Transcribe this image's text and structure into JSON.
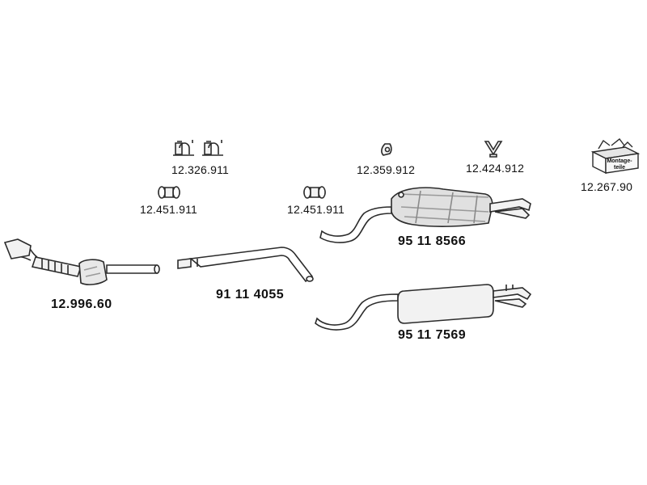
{
  "parts": [
    {
      "id": "clamp_pair",
      "part_number": "12.326.911",
      "icon": "u-bolt-clamp-icon"
    },
    {
      "id": "clamp_small_left",
      "part_number": "12.451.911",
      "icon": "pipe-clamp-icon"
    },
    {
      "id": "clamp_small_mid",
      "part_number": "12.451.911",
      "icon": "pipe-clamp-icon"
    },
    {
      "id": "hanger",
      "part_number": "12.359.912",
      "icon": "rubber-hanger-icon"
    },
    {
      "id": "bracket",
      "part_number": "12.424.912",
      "icon": "v-bracket-icon"
    },
    {
      "id": "mounting_kit",
      "part_number": "12.267.90",
      "icon": "mounting-kit-box-icon",
      "box_text": "Montage-teile"
    },
    {
      "id": "catalytic_converter",
      "part_number": "12.996.60",
      "icon": "catalytic-converter-icon"
    },
    {
      "id": "middle_pipe",
      "part_number": "91 11 4055",
      "icon": "exhaust-pipe-icon"
    },
    {
      "id": "rear_muffler_a",
      "part_number": "95 11 8566",
      "icon": "rear-silencer-icon"
    },
    {
      "id": "rear_muffler_b",
      "part_number": "95 11 7569",
      "icon": "rear-silencer-icon"
    }
  ],
  "colors": {
    "outline": "#2b2b2b",
    "fill": "#f2f2f2",
    "shade": "#bdbdbd",
    "text": "#111111"
  }
}
